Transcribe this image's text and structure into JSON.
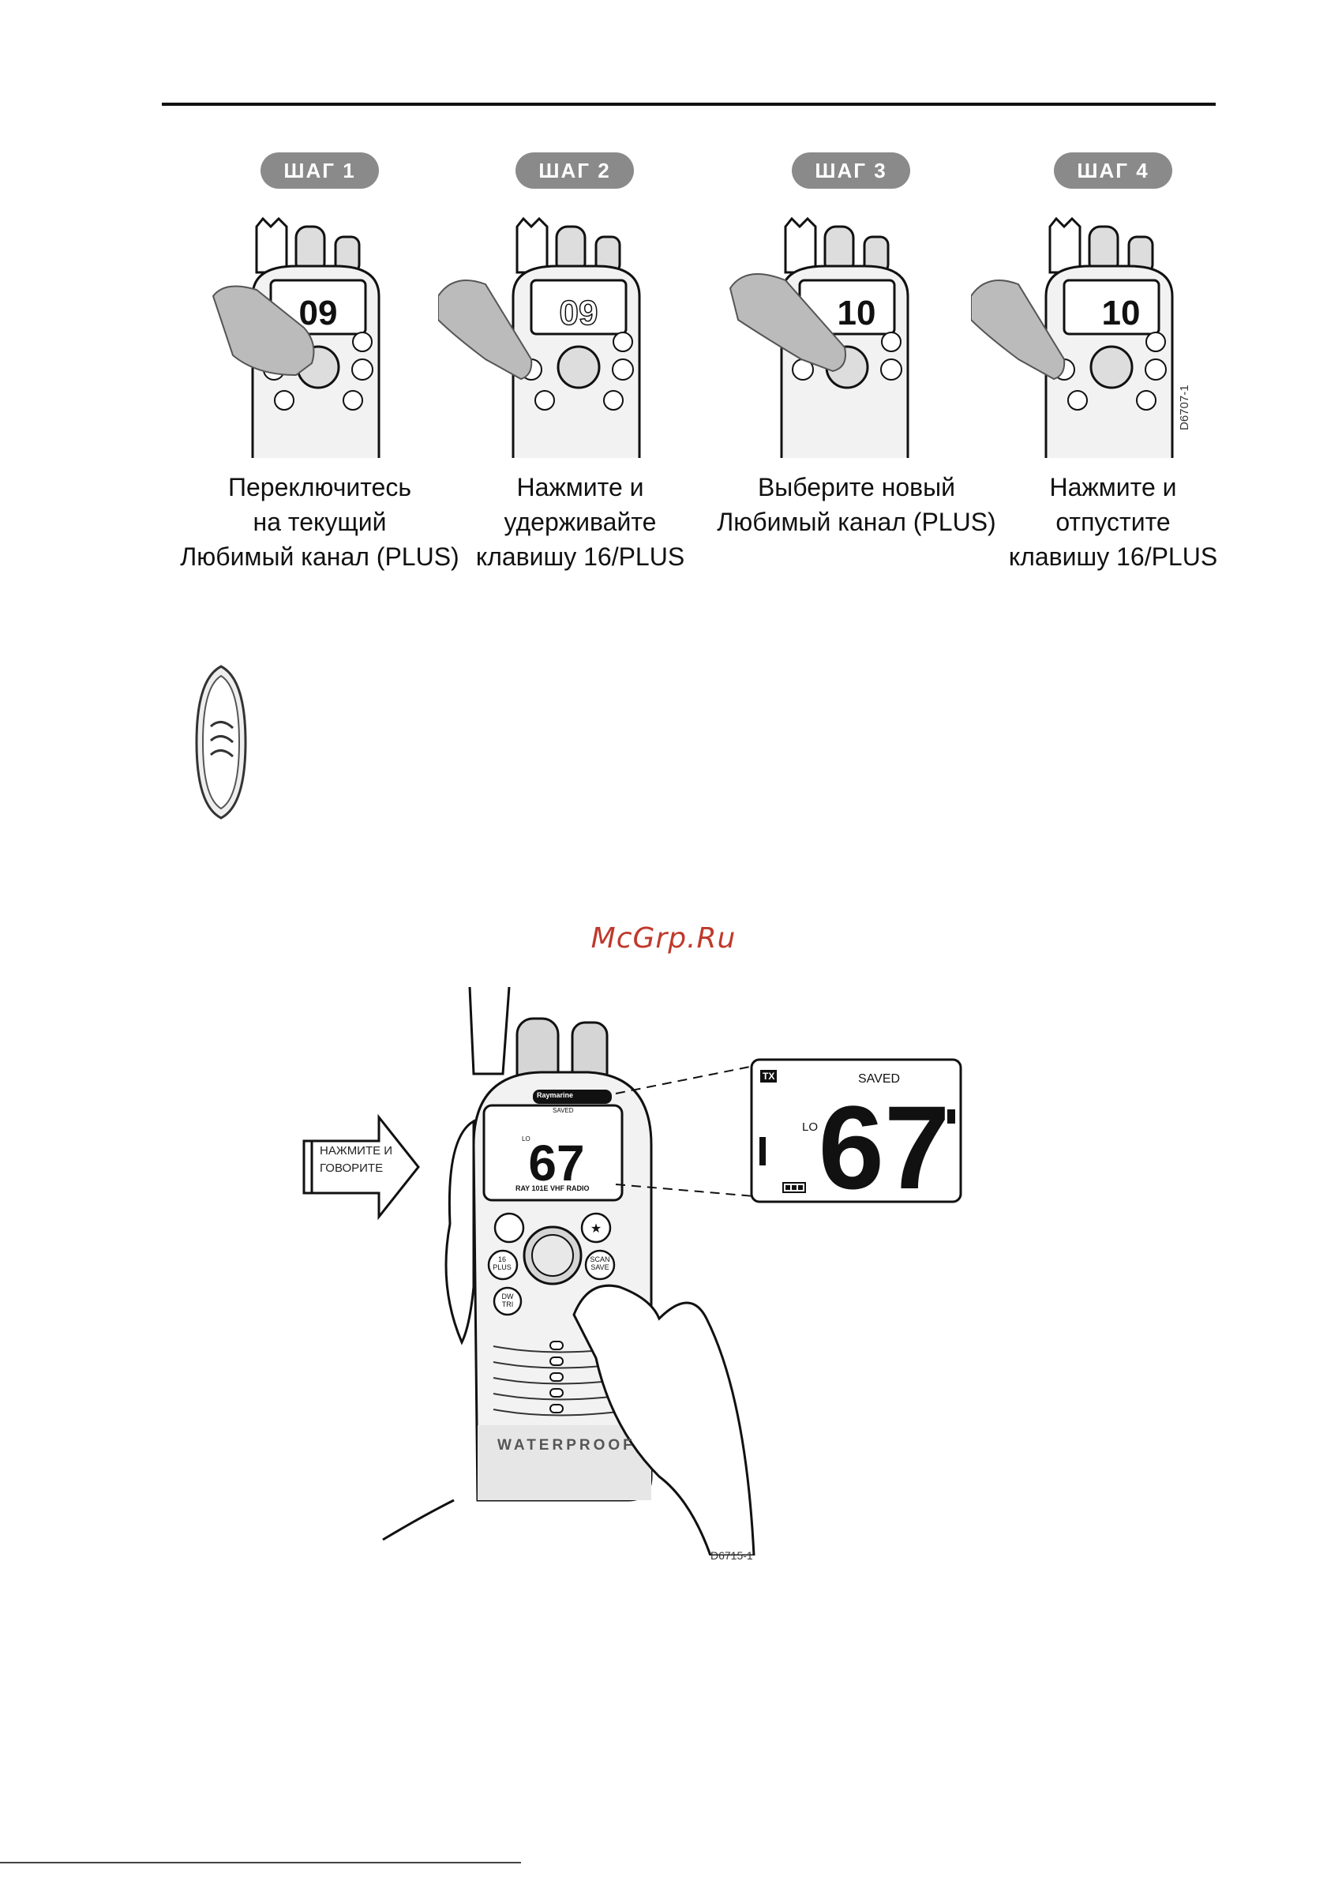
{
  "steps": [
    {
      "badge": "ШАГ  1",
      "caption": "Переключитесь\nна текущий\nЛюбимый канал (PLUS)",
      "display": "09"
    },
    {
      "badge": "ШАГ  2",
      "caption": "Нажмите и\nудерживайте\nклавишу 16/PLUS",
      "display": "09"
    },
    {
      "badge": "ШАГ  3",
      "caption": "Выберите новый\nЛюбимый канал (PLUS)",
      "display": "10"
    },
    {
      "badge": "ШАГ  4",
      "caption": "Нажмите и\nотпустите\nклавишу 16/PLUS",
      "display": "10"
    }
  ],
  "steps_figure_code": "D6707-1",
  "watermark": "McGrp.Ru",
  "big_figure": {
    "arrow_text": "НАЖМИТЕ И\nГОВОРИТЕ",
    "brand": "Raymarine",
    "model": "RAY 101E VHF RADIO",
    "saved": "SAVED",
    "lo": "LO",
    "tx": "TX",
    "channel": "67",
    "waterproof": "WATERPROOF",
    "btn_16": "16\nPLUS",
    "btn_scan": "SCAN\nSAVE",
    "btn_dw": "DW\nTRI",
    "figure_code": "D6715-1"
  }
}
